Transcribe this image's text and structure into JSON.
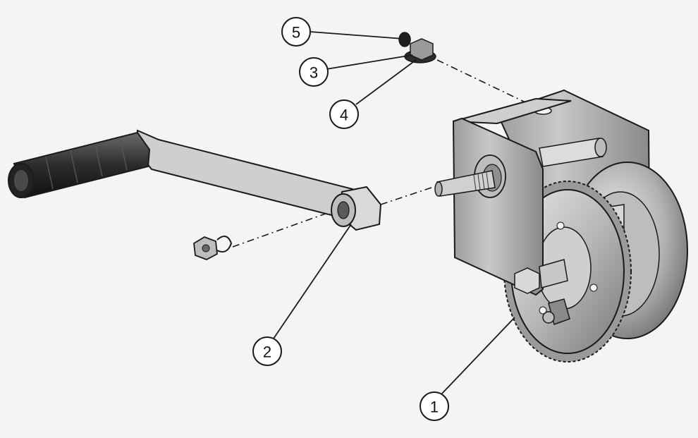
{
  "diagram": {
    "callouts": [
      {
        "id": "1",
        "label": "1"
      },
      {
        "id": "2",
        "label": "2"
      },
      {
        "id": "3",
        "label": "3"
      },
      {
        "id": "4",
        "label": "4"
      },
      {
        "id": "5",
        "label": "5"
      }
    ]
  },
  "colors": {
    "background": "#f4f4f4",
    "steel_light": "#d9d9d9",
    "steel_mid": "#a8a8a8",
    "steel_dark": "#6e6e6e",
    "rubber_grip": "#3a3a3a",
    "outline": "#1a1a1a"
  }
}
